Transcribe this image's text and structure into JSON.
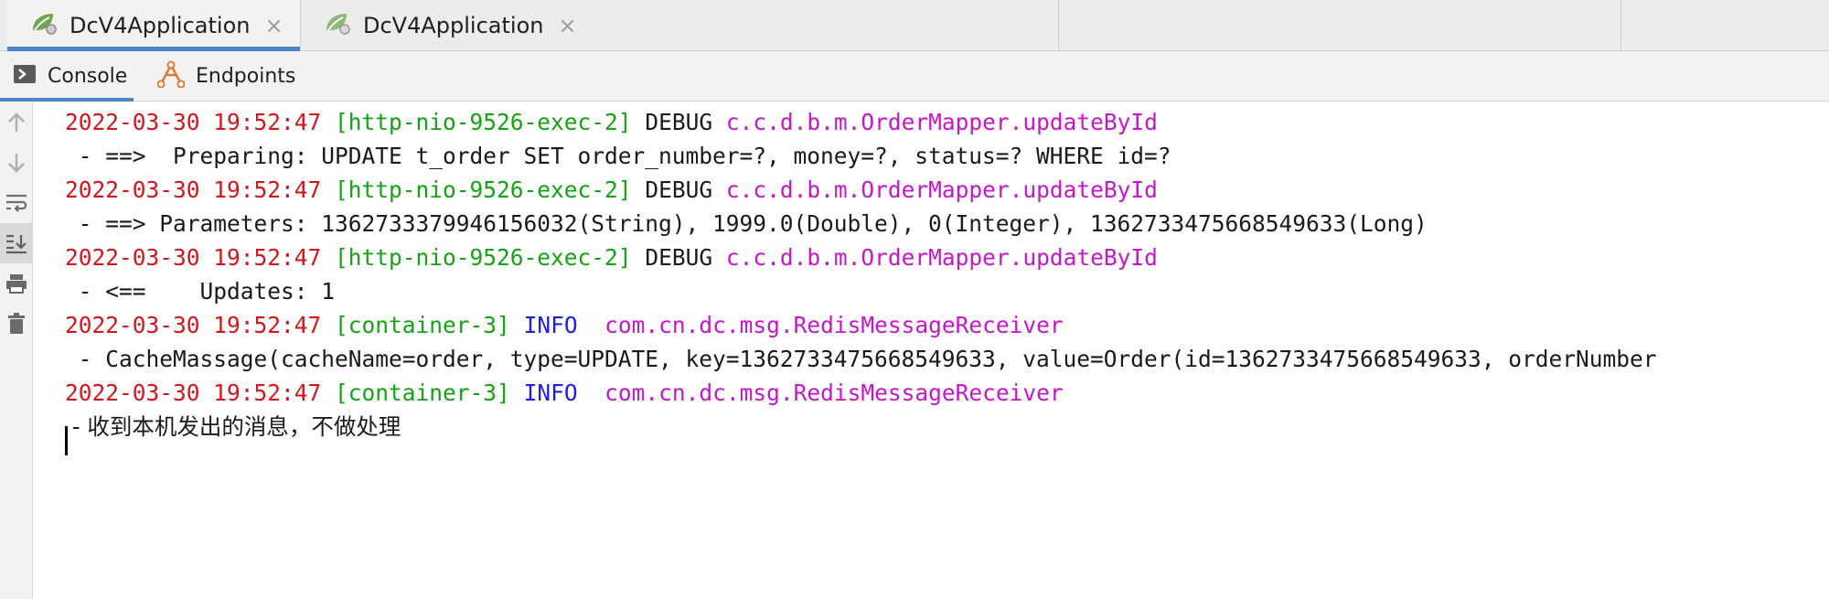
{
  "run_tabs": [
    {
      "label": "DcV4Application",
      "close": "×",
      "icon": "spring-boot-app-icon",
      "active": true
    },
    {
      "label": "DcV4Application",
      "close": "×",
      "icon": "spring-boot-app-icon",
      "active": false
    }
  ],
  "tool_tabs": [
    {
      "label": "Console",
      "icon": "console-icon",
      "active": true
    },
    {
      "label": "Endpoints",
      "icon": "endpoints-icon",
      "active": false
    }
  ],
  "gutter_icons": [
    "up-arrow-icon",
    "down-arrow-icon",
    "soft-wrap-icon",
    "scroll-to-end-icon",
    "print-icon",
    "trash-icon"
  ],
  "colors": {
    "timestamp": "#d3161d",
    "thread": "#14a314",
    "info_level": "#1e1ee0",
    "logger": "#c516c9",
    "tab_underline": "#4a84c4"
  },
  "log_lines": [
    {
      "kind": "header",
      "timestamp": "2022-03-30 19:52:47",
      "thread": "[http-nio-9526-exec-2]",
      "level": "DEBUG",
      "logger": "c.c.d.b.m.OrderMapper.updateById"
    },
    {
      "kind": "message",
      "text": " - ==>  Preparing: UPDATE t_order SET order_number=?, money=?, status=? WHERE id=?"
    },
    {
      "kind": "header",
      "timestamp": "2022-03-30 19:52:47",
      "thread": "[http-nio-9526-exec-2]",
      "level": "DEBUG",
      "logger": "c.c.d.b.m.OrderMapper.updateById"
    },
    {
      "kind": "message",
      "text": " - ==> Parameters: 1362733379946156032(String), 1999.0(Double), 0(Integer), 1362733475668549633(Long)"
    },
    {
      "kind": "header",
      "timestamp": "2022-03-30 19:52:47",
      "thread": "[http-nio-9526-exec-2]",
      "level": "DEBUG",
      "logger": "c.c.d.b.m.OrderMapper.updateById"
    },
    {
      "kind": "message",
      "text": " - <==    Updates: 1"
    },
    {
      "kind": "header",
      "timestamp": "2022-03-30 19:52:47",
      "thread": "[container-3]",
      "level": "INFO ",
      "logger": "com.cn.dc.msg.RedisMessageReceiver"
    },
    {
      "kind": "message",
      "text": " - CacheMassage(cacheName=order, type=UPDATE, key=1362733475668549633, value=Order(id=1362733475668549633, orderNumber"
    },
    {
      "kind": "header",
      "timestamp": "2022-03-30 19:52:47",
      "thread": "[container-3]",
      "level": "INFO ",
      "logger": "com.cn.dc.msg.RedisMessageReceiver"
    },
    {
      "kind": "message",
      "text": " - 收到本机发出的消息，不做处理"
    }
  ]
}
